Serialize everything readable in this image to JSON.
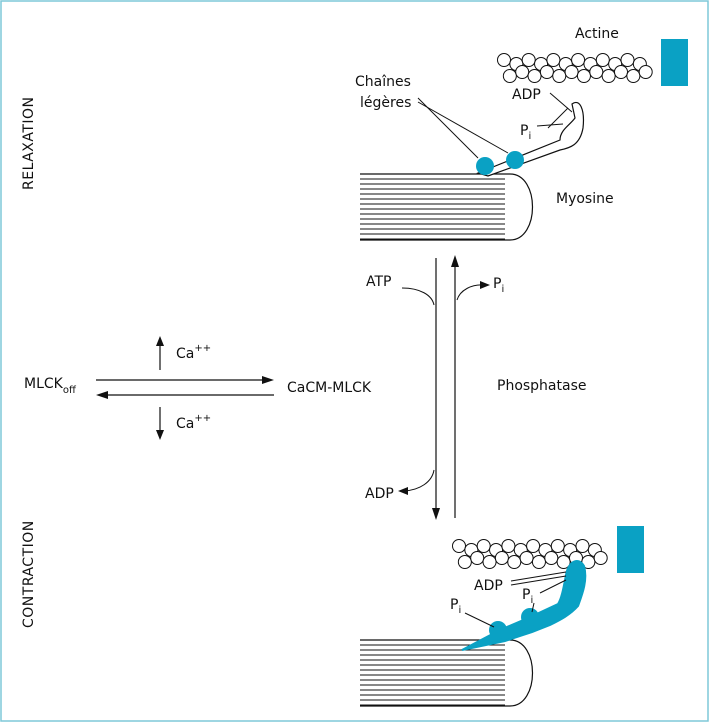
{
  "labels": {
    "relaxation": "RELAXATION",
    "contraction": "CONTRACTION",
    "actine": "Actine",
    "chaines_line1": "Chaînes",
    "chaines_line2": "légères",
    "adp_top": "ADP",
    "pi_top": "P",
    "pi_top_sub": "i",
    "myosine": "Myosine",
    "atp": "ATP",
    "pi_mid": "P",
    "pi_mid_sub": "i",
    "phosphatase": "Phosphatase",
    "adp_mid": "ADP",
    "mlck_off": "MLCK",
    "mlck_off_sub": "off",
    "cacm_mlck": "CaCM-MLCK",
    "ca_up": "Ca",
    "ca_up_sup": "++",
    "ca_down": "Ca",
    "ca_down_sup": "++",
    "adp_bottom": "ADP",
    "pi_bottom_a": "P",
    "pi_bottom_a_sub": "i",
    "pi_bottom_b": "P",
    "pi_bottom_b_sub": "i"
  },
  "colors": {
    "accent": "#0aa1c4",
    "line": "#111111",
    "frame": "#7ec8d8"
  }
}
